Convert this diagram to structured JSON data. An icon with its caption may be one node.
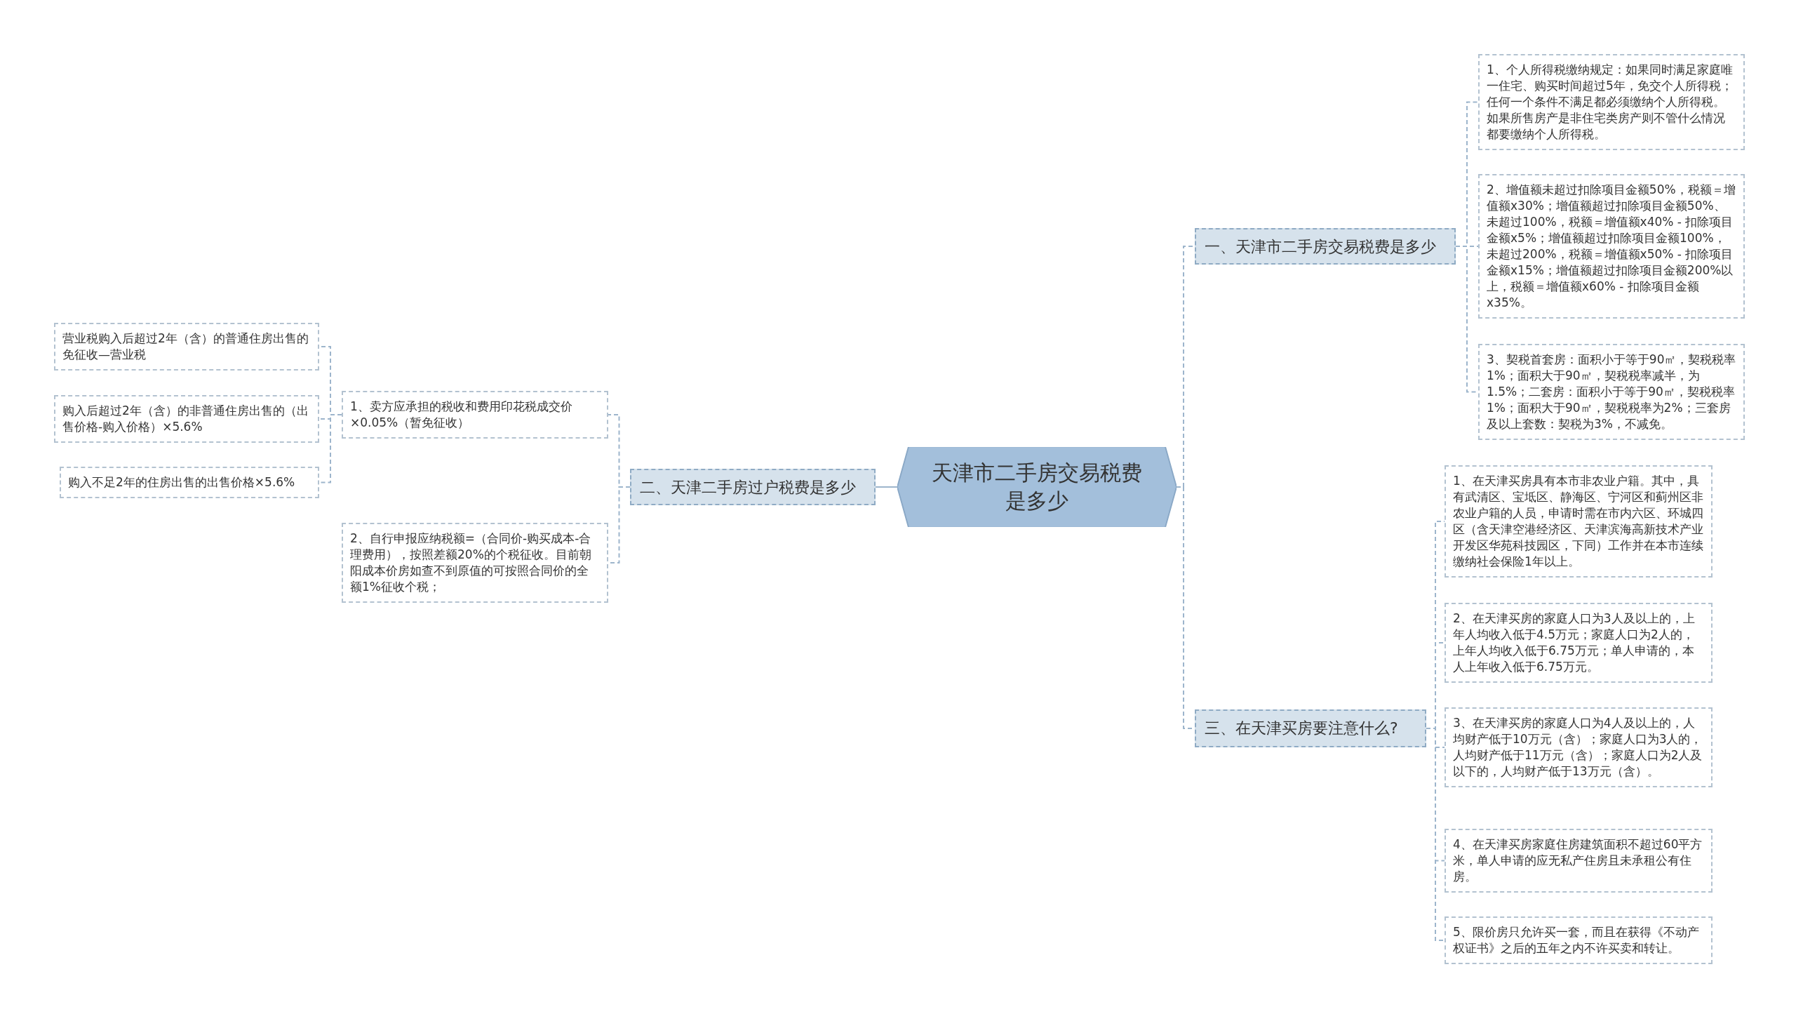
{
  "diagram": {
    "nodes": [
      {
        "text": [
          "天津市二手房交易税费是多少"
        ]
      },
      {
        "text": [
          "一、天津市二手房交易税费是多少"
        ]
      },
      {
        "text": [
          "1、个人所得税缴纳规定：如果同时满足家庭唯一住宅、购买时间超过5年，免交个人所得税；任何一个条件不满足都必须缴纳个人所得税。如果所售房产是非住宅类房产则不管什么情况都要缴纳个人所得税。"
        ]
      },
      {
        "text": [
          "2、增值额未超过扣除项目金额50%，税额＝增值额x30%；增值额超过扣除项目金额50%、未超过100%，税额＝增值额x40% - 扣除项目金额x5%；增值额超过扣除项目金额100%，未超过200%，税额＝增值额x50% - 扣除项目金额x15%；增值额超过扣除项目金额200%以上，税额＝增值额x60% - 扣除项目金额x35%。"
        ]
      },
      {
        "text": [
          "3、契税首套房：面积小于等于90㎡，契税税率1%；面积大于90㎡，契税税率减半，为1.5%；二套房：面积小于等于90㎡，契税税率1%；面积大于90㎡，契税税率为2%；三套房及以上套数：契税为3%，不减免。"
        ]
      },
      {
        "text": [
          "二、天津二手房过户税费是多少"
        ]
      },
      {
        "text": [
          "1、卖方应承担的税收和费用印花税成交价×0.05%（暂免征收）"
        ]
      },
      {
        "text": [
          "营业税购入后超过2年（含）的普通住房出售的免征收—营业税"
        ]
      },
      {
        "text": [
          "购入后超过2年（含）的非普通住房出售的（出售价格-购入价格）×5.6%"
        ]
      },
      {
        "text": [
          "购入不足2年的住房出售的出售价格×5.6%"
        ]
      },
      {
        "text": [
          "2、自行申报应纳税额=（合同价-购买成本-合理费用），按照差额20%的个税征收。目前朝阳成本价房如查不到原值的可按照合同价的全额1%征收个税；"
        ]
      },
      {
        "text": [
          "三、在天津买房要注意什么?"
        ]
      },
      {
        "text": [
          "1、在天津买房具有本市非农业户籍。其中，具有武清区、宝坻区、静海区、宁河区和蓟州区非农业户籍的人员，申请时需在市内六区、环城四区（含天津空港经济区、天津滨海高新技术产业开发区华苑科技园区，下同）工作并在本市连续缴纳社会保险1年以上。"
        ]
      },
      {
        "text": [
          "2、在天津买房的家庭人口为3人及以上的，上年人均收入低于4.5万元；家庭人口为2人的，上年人均收入低于6.75万元；单人申请的，本人上年收入低于6.75万元。"
        ]
      },
      {
        "text": [
          "3、在天津买房的家庭人口为4人及以上的，人均财产低于10万元（含）；家庭人口为3人的，人均财产低于11万元（含）；家庭人口为2人及以下的，人均财产低于13万元（含）。"
        ]
      },
      {
        "text": [
          "4、在天津买房家庭住房建筑面积不超过60平方米，单人申请的应无私产住房且未承租公有住房。"
        ]
      },
      {
        "text": [
          "5、限价房只允许买一套，而且在获得《不动产权证书》之后的五年之内不许买卖和转让。"
        ]
      }
    ],
    "edges": [
      {
        "from": 0,
        "to": 1,
        "arrow": "none",
        "style": "dashed"
      },
      {
        "from": 1,
        "to": 2,
        "arrow": "none",
        "style": "dashed"
      },
      {
        "from": 1,
        "to": 3,
        "arrow": "none",
        "style": "dashed"
      },
      {
        "from": 1,
        "to": 4,
        "arrow": "none",
        "style": "dashed"
      },
      {
        "from": 0,
        "to": 5,
        "arrow": "none"
      },
      {
        "from": 5,
        "to": 6,
        "arrow": "none",
        "style": "dashed"
      },
      {
        "from": 6,
        "to": 7,
        "arrow": "none",
        "style": "dashed"
      },
      {
        "from": 6,
        "to": 8,
        "arrow": "none",
        "style": "dashed"
      },
      {
        "from": 6,
        "to": 9,
        "arrow": "none",
        "style": "dashed"
      },
      {
        "from": 5,
        "to": 10,
        "arrow": "none",
        "style": "dashed"
      },
      {
        "from": 0,
        "to": 11,
        "arrow": "none",
        "style": "dashed"
      },
      {
        "from": 11,
        "to": 12,
        "arrow": "none",
        "style": "dashed"
      },
      {
        "from": 11,
        "to": 13,
        "arrow": "none",
        "style": "dashed"
      },
      {
        "from": 11,
        "to": 14,
        "arrow": "none",
        "style": "dashed"
      },
      {
        "from": 11,
        "to": 15,
        "arrow": "none",
        "style": "dashed"
      },
      {
        "from": 11,
        "to": 16,
        "arrow": "none",
        "style": "dashed"
      }
    ]
  }
}
